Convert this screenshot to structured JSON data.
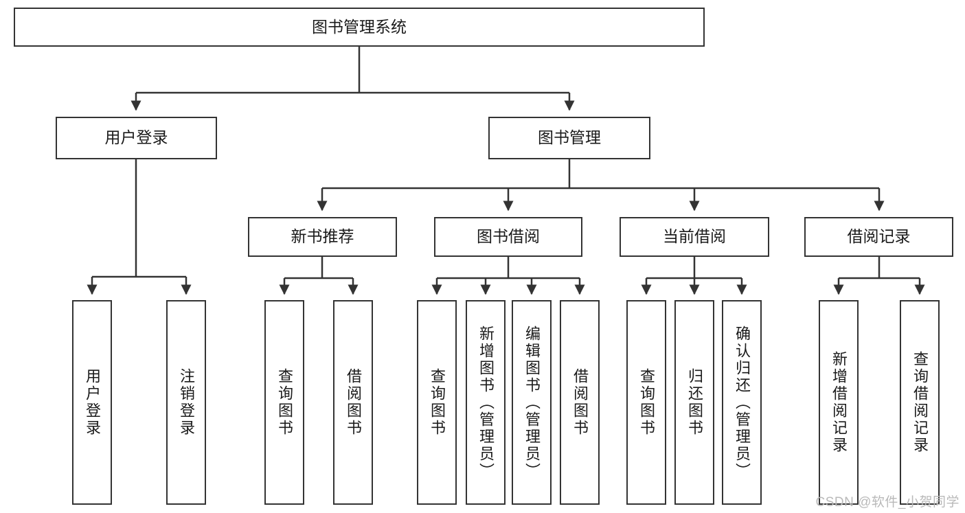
{
  "diagram": {
    "type": "tree-hierarchy",
    "title": "图书管理系统",
    "root": {
      "label": "图书管理系统"
    },
    "level2": [
      {
        "label": "用户登录"
      },
      {
        "label": "图书管理"
      }
    ],
    "level3": [
      {
        "label": "新书推荐"
      },
      {
        "label": "图书借阅"
      },
      {
        "label": "当前借阅"
      },
      {
        "label": "借阅记录"
      }
    ],
    "leaves": [
      {
        "label": "用户登录",
        "parent": "用户登录"
      },
      {
        "label": "注销登录",
        "parent": "用户登录"
      },
      {
        "label": "查询图书",
        "parent": "新书推荐"
      },
      {
        "label": "借阅图书",
        "parent": "新书推荐"
      },
      {
        "label": "查询图书",
        "parent": "图书借阅"
      },
      {
        "label": "新增图书（管理员）",
        "parent": "图书借阅"
      },
      {
        "label": "编辑图书（管理员）",
        "parent": "图书借阅"
      },
      {
        "label": "借阅图书",
        "parent": "图书借阅"
      },
      {
        "label": "查询图书",
        "parent": "当前借阅"
      },
      {
        "label": "归还图书",
        "parent": "当前借阅"
      },
      {
        "label": "确认归还（管理员）",
        "parent": "当前借阅"
      },
      {
        "label": "新增借阅记录",
        "parent": "借阅记录"
      },
      {
        "label": "查询借阅记录",
        "parent": "借阅记录"
      }
    ]
  },
  "watermark": {
    "text": "CSDN @软件_小贺同学"
  },
  "colors": {
    "stroke": "#333333",
    "background": "#ffffff",
    "text": "#1a1a1a",
    "watermark": "#b9b9b9"
  }
}
